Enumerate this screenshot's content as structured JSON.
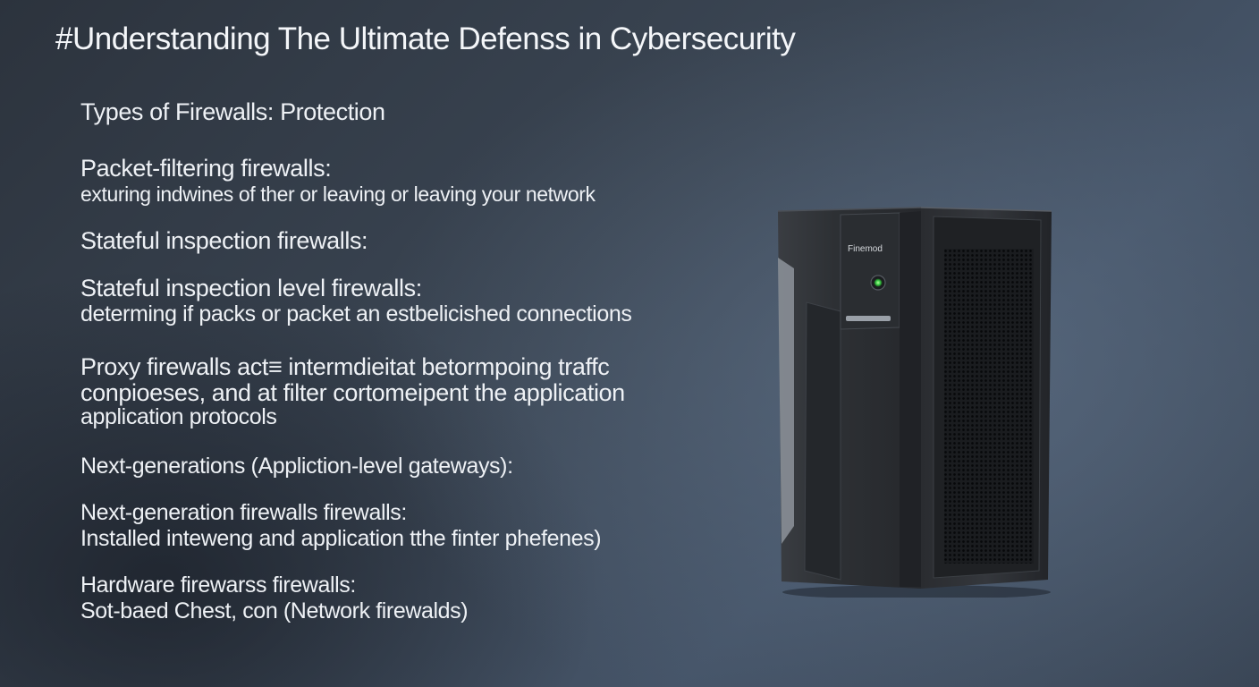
{
  "title": "#Understanding The Ultimate Defenss in Cybersecurity",
  "sections": [
    {
      "lines": [
        "Types of Firewalls: Protection"
      ]
    },
    {
      "lines": [
        "Packet-filtering firewalls:",
        "exturing indwines of ther or leaving or leaving your network"
      ]
    },
    {
      "lines": [
        "Stateful inspection firewalls:"
      ]
    },
    {
      "lines": [
        "Stateful inspection level firewalls:",
        "determing if packs or packet an estbelicished connections"
      ]
    },
    {
      "lines": [
        "Proxy firewalls act≡ intermdieitat betormpoing traffc",
        "conpioeses, and at filter cortomeipent the application",
        "application protocols"
      ]
    },
    {
      "lines": [
        "Next-generations (Appliction-level gateways):"
      ]
    },
    {
      "lines": [
        "Next-generation firewalls firewalls:",
        "Installed inteweng and application tthe finter phefenes)"
      ]
    },
    {
      "lines": [
        "Hardware firewarss firewalls:",
        "Sot-baed Chest, con (Network firewalds)"
      ]
    }
  ],
  "device": {
    "label": "Finemod",
    "led_color": "#3fd24a",
    "body_color": "#2b2d31"
  }
}
